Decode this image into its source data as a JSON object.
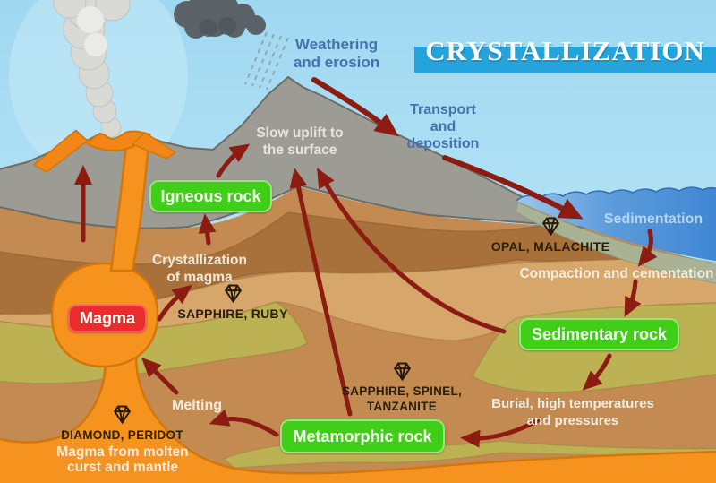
{
  "title": {
    "text": "CRYSTALLIZATION"
  },
  "process_labels": {
    "weathering": {
      "line1": "Weathering",
      "line2": "and erosion"
    },
    "transport": {
      "line1": "Transport",
      "line2": "and",
      "line3": "deposition"
    },
    "slow_uplift": {
      "line1": "Slow uplift to",
      "line2": "the surface"
    },
    "sedimentation": {
      "text": "Sedimentation"
    },
    "compaction": {
      "text": "Compaction and cementation"
    },
    "burial": {
      "line1": "Burial, high temperatures",
      "line2": "and pressures"
    },
    "melting": {
      "text": "Melting"
    },
    "crystallization": {
      "line1": "Crystallization",
      "line2": "of magma"
    },
    "magma_source": {
      "line1": "Magma from molten",
      "line2": "curst and mantle"
    }
  },
  "rock_nodes": {
    "igneous": {
      "label": "Igneous rock"
    },
    "sedimentary": {
      "label": "Sedimentary rock"
    },
    "metamorphic": {
      "label": "Metamorphic rock"
    },
    "magma": {
      "label": "Magma"
    }
  },
  "minerals": {
    "opal_malachite": {
      "label": "OPAL, MALACHITE",
      "icon": "diamond-icon"
    },
    "sapphire_ruby": {
      "label": "SAPPHIRE, RUBY",
      "icon": "diamond-icon"
    },
    "sapphire_spinel_tanzanite": {
      "line1": "SAPPHIRE, SPINEL,",
      "line2": "TANZANITE",
      "icon": "diamond-icon"
    },
    "diamond_peridot": {
      "label": "DIAMOND, PERIDOT",
      "icon": "diamond-icon"
    }
  },
  "colors": {
    "banner_blue": "#25a3dc",
    "label_blue": "#4571ad",
    "label_white": "#f2ecdf",
    "sedimentation_text": "#b8d4ea",
    "mineral_text": "#2a2008",
    "node_green": "#40ce18",
    "node_red": "#ea2c2c",
    "arrow_maroon": "#8c1c12",
    "sky_blue": "#a5dcf2",
    "sea_blue": "#3e86d3",
    "mountain_gray": "#9c9c95",
    "layer_tan": "#c38b52",
    "layer_brown": "#a8703a",
    "layer_light_tan": "#d6a66a",
    "layer_olive": "#bcb254",
    "magma_orange": "#f6921e"
  }
}
